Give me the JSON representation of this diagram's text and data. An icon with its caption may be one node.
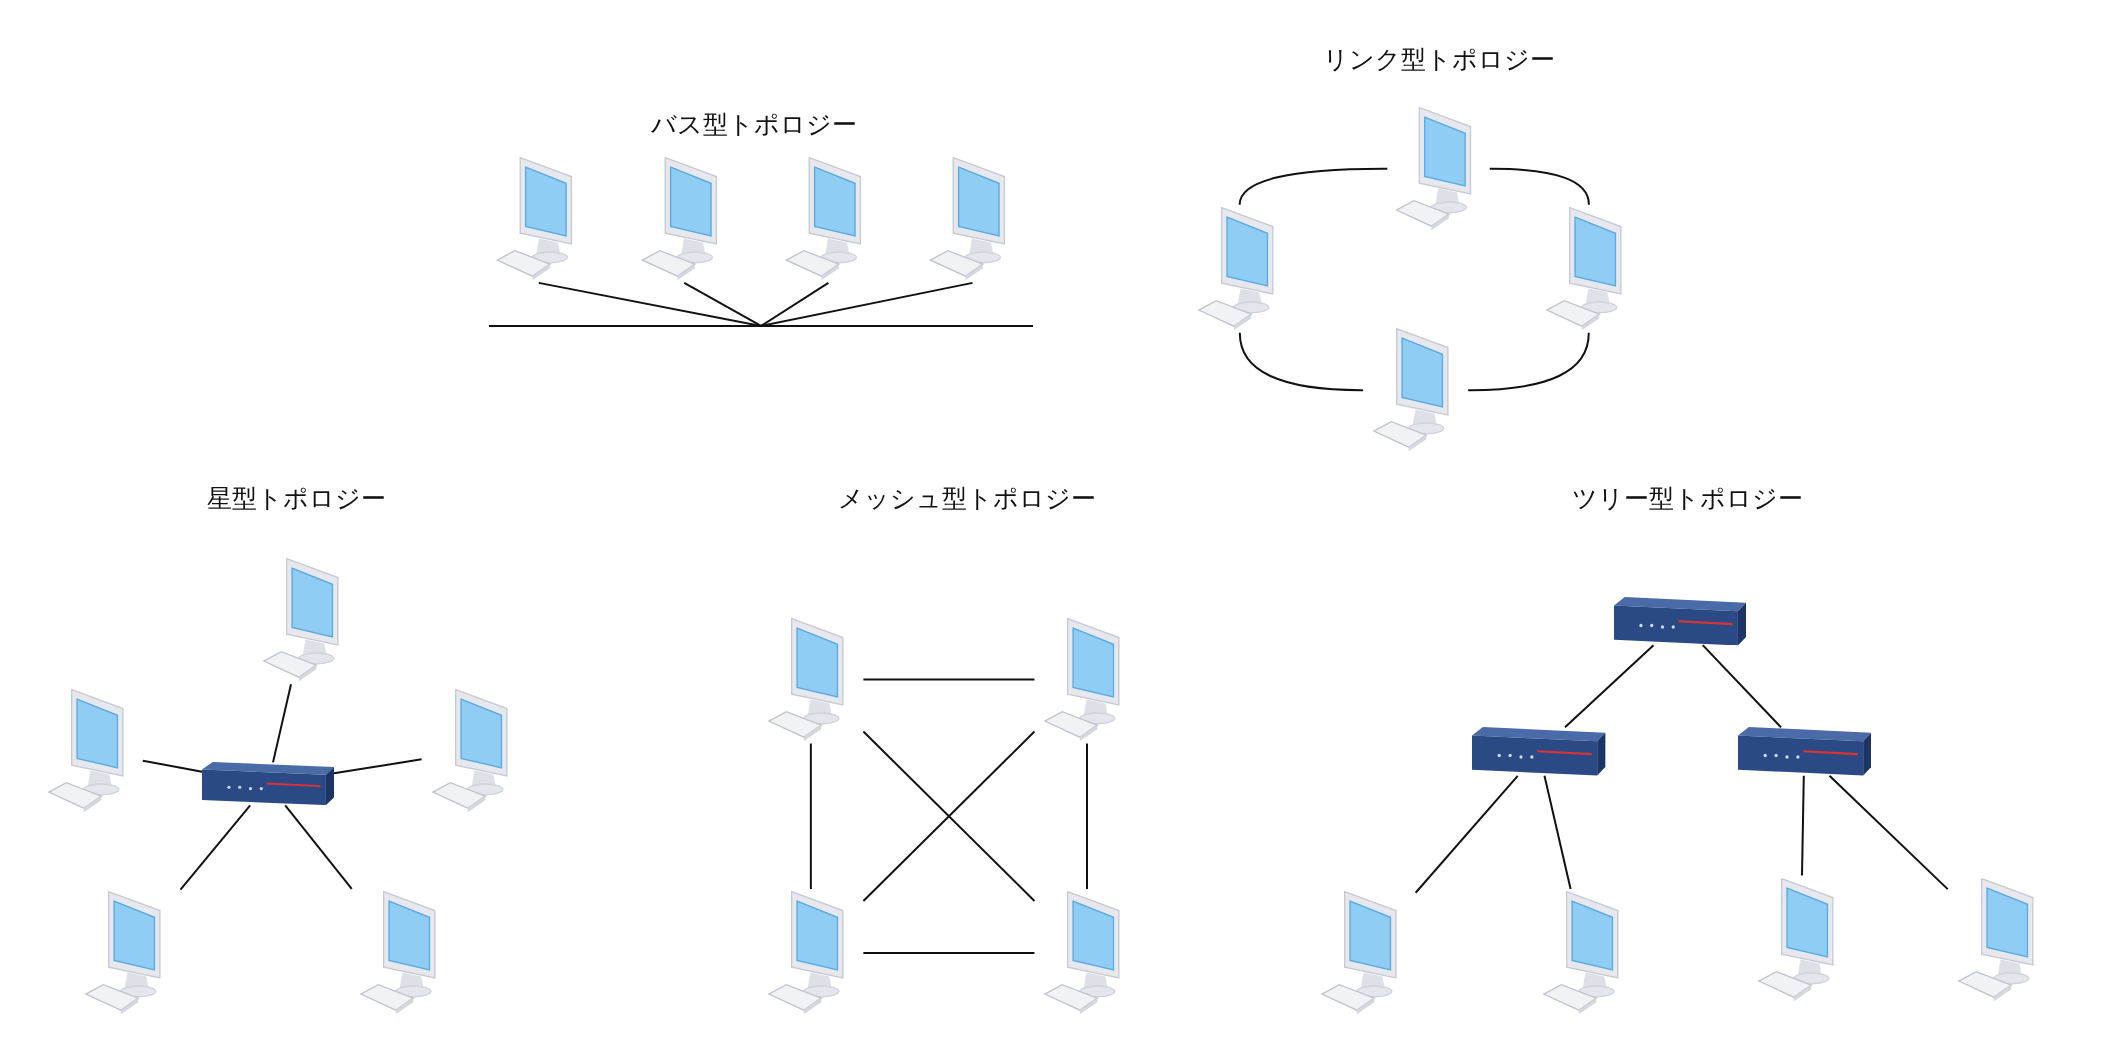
{
  "diagram": {
    "nodes": [
      {
        "text": [],
        "shape": "computer"
      },
      {
        "text": [],
        "shape": "computer"
      },
      {
        "text": [],
        "shape": "computer"
      },
      {
        "text": [],
        "shape": "computer"
      },
      {
        "text": [],
        "shape": "bar"
      },
      {
        "text": [],
        "shape": "computer"
      },
      {
        "text": [],
        "shape": "computer"
      },
      {
        "text": [],
        "shape": "computer"
      },
      {
        "text": [],
        "shape": "computer"
      },
      {
        "text": [],
        "shape": "computer"
      },
      {
        "text": [],
        "shape": "computer"
      },
      {
        "text": [],
        "shape": "computer"
      },
      {
        "text": [],
        "shape": "switch"
      },
      {
        "text": [],
        "shape": "computer"
      },
      {
        "text": [],
        "shape": "computer"
      },
      {
        "text": [],
        "shape": "computer"
      },
      {
        "text": [],
        "shape": "computer"
      },
      {
        "text": [],
        "shape": "computer"
      },
      {
        "text": [],
        "shape": "computer"
      },
      {
        "text": [],
        "shape": "switch"
      },
      {
        "text": [],
        "shape": "switch"
      },
      {
        "text": [],
        "shape": "switch"
      },
      {
        "text": [],
        "shape": "computer"
      },
      {
        "text": [],
        "shape": "computer"
      },
      {
        "text": [],
        "shape": "computer"
      },
      {
        "text": [],
        "shape": "computer"
      }
    ],
    "edges": [
      {
        "from": 0,
        "to": 4,
        "arrow": "none"
      },
      {
        "from": 1,
        "to": 4,
        "arrow": "none"
      },
      {
        "from": 2,
        "to": 4,
        "arrow": "none"
      },
      {
        "from": 3,
        "to": 4,
        "arrow": "none"
      },
      {
        "from": 6,
        "to": 5,
        "arrow": "none"
      },
      {
        "from": 5,
        "to": 7,
        "arrow": "none"
      },
      {
        "from": 7,
        "to": 8,
        "arrow": "none"
      },
      {
        "from": 8,
        "to": 6,
        "arrow": "none"
      },
      {
        "from": 12,
        "to": 9,
        "arrow": "none"
      },
      {
        "from": 12,
        "to": 10,
        "arrow": "none"
      },
      {
        "from": 12,
        "to": 11,
        "arrow": "none"
      },
      {
        "from": 12,
        "to": 13,
        "arrow": "none"
      },
      {
        "from": 12,
        "to": 14,
        "arrow": "none"
      },
      {
        "from": 15,
        "to": 16,
        "arrow": "none"
      },
      {
        "from": 16,
        "to": 18,
        "arrow": "none"
      },
      {
        "from": 18,
        "to": 17,
        "arrow": "none"
      },
      {
        "from": 17,
        "to": 15,
        "arrow": "none"
      },
      {
        "from": 15,
        "to": 18,
        "arrow": "none"
      },
      {
        "from": 16,
        "to": 17,
        "arrow": "none"
      },
      {
        "from": 19,
        "to": 20,
        "arrow": "none"
      },
      {
        "from": 19,
        "to": 21,
        "arrow": "none"
      },
      {
        "from": 20,
        "to": 22,
        "arrow": "none"
      },
      {
        "from": 20,
        "to": 23,
        "arrow": "none"
      },
      {
        "from": 21,
        "to": 24,
        "arrow": "none"
      },
      {
        "from": 21,
        "to": 25,
        "arrow": "none"
      }
    ],
    "labels": [
      "リンク型トポロジー",
      "バス型トポロジー",
      "星型トポロジー",
      "メッシュ型トポロジー",
      "ツリー型トポロジー"
    ]
  }
}
